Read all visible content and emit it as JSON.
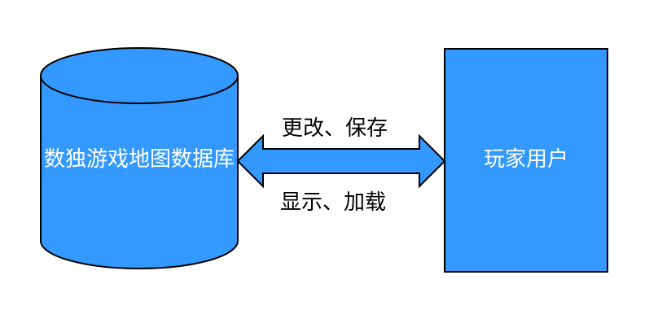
{
  "diagram": {
    "colors": {
      "fill": "#3399FF",
      "stroke": "#000000",
      "text_on_shape": "#FFFFFF",
      "text": "#000000"
    },
    "nodes": {
      "database": {
        "shape": "cylinder",
        "label": "数独游戏地图数据库"
      },
      "player": {
        "shape": "rectangle",
        "label": "玩家用户"
      }
    },
    "edge": {
      "type": "bidirectional-arrow",
      "label_top": "更改、保存",
      "label_bottom": "显示、加载"
    }
  }
}
